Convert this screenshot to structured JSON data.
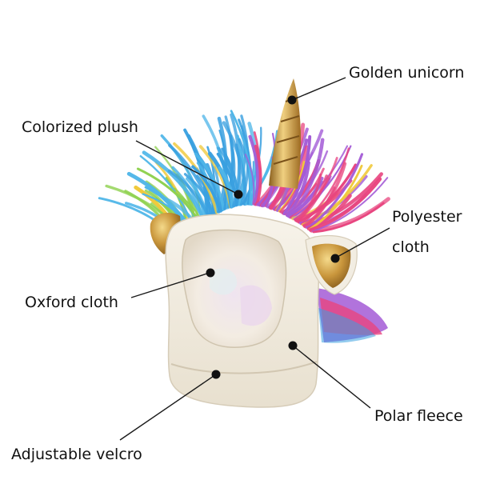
{
  "callouts": {
    "golden_unicorn": "Golden unicorn",
    "colorized_plush": "Colorized plush",
    "polyester_line1": "Polyester",
    "polyester_line2": "cloth",
    "oxford_cloth": "Oxford cloth",
    "polar_fleece": "Polar fleece",
    "adjustable_velcro": "Adjustable velcro"
  },
  "colors": {
    "label_text": "#111111",
    "leader_line": "#1a1a1a",
    "fleece": "#f3eee2",
    "fleece_shadow": "#ddd5c4",
    "gold": "#c9963c",
    "gold_light": "#e8c36a",
    "plush": [
      "#4fb6e8",
      "#3aa0e0",
      "#8fd14f",
      "#e8457f",
      "#a35bd6",
      "#f0c93a",
      "#2f7fd6"
    ]
  },
  "product_image": "unicorn-pet-hat"
}
